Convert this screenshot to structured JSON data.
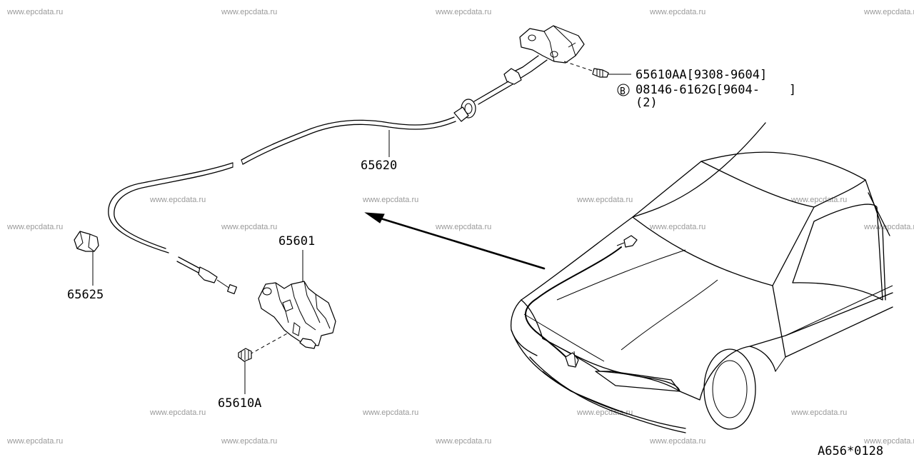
{
  "watermark": "www.epcdata.ru",
  "callouts": {
    "cable": "65620",
    "bolt_upper": "65610AA[9308-9604]",
    "bolt_alt_marker": "B",
    "bolt_alt": "08146-6162G[9604-    ]",
    "bolt_alt_qty": "(2)",
    "lock": "65601",
    "clip": "65625",
    "bolt_lower": "65610A"
  },
  "diagram_code": "A656*0128"
}
